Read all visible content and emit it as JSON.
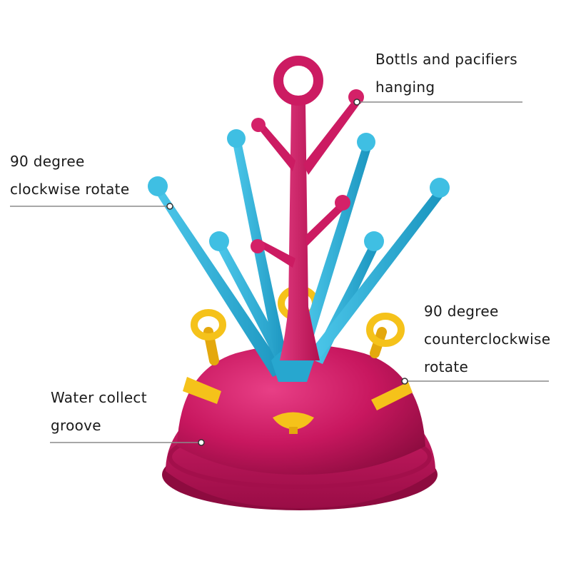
{
  "annotations": {
    "hanging": {
      "line1": "Bottls and pacifiers",
      "line2": "hanging"
    },
    "clockwise": {
      "line1": "90 degree",
      "line2": "clockwise rotate"
    },
    "counterclockwise": {
      "line1": "90 degree",
      "line2": "counterclockwise",
      "line3": "rotate"
    },
    "groove": {
      "line1": "Water collect",
      "line2": "groove"
    }
  },
  "colors": {
    "base": "#c8175f",
    "base_dark": "#9e0f47",
    "tree": "#cc1b62",
    "arms": "#2eb2d8",
    "rings": "#f5c21a",
    "callout_line": "#8a8a8a"
  }
}
